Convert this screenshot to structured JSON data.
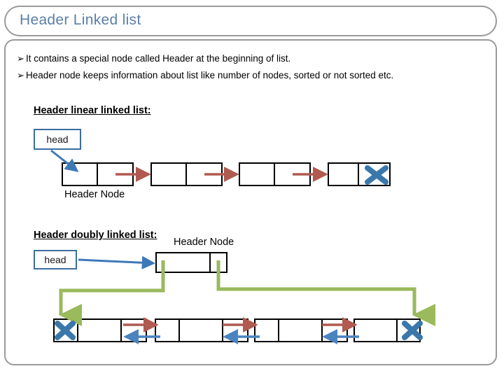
{
  "slide": {
    "title": "Header Linked list",
    "title_color": "#5a7fa8",
    "frame_border_color": "#9a9a9a",
    "bullet_marker": "➢",
    "bullets": [
      "It contains a special node called Header at the beginning of list.",
      "Header node keeps information about list like number of nodes, sorted or not sorted etc."
    ]
  },
  "diagram_linear": {
    "label": "Header linear linked list:",
    "head_label": "head",
    "header_node_caption": "Header Node",
    "head_arrow_color": "#3d79b7",
    "next_arrow_color": "#b05a50",
    "null_marker_color": "#3a77ab",
    "nodes": [
      {
        "name": "header-node",
        "cells": 2,
        "null_marker": false
      },
      {
        "name": "node-2",
        "cells": 2,
        "null_marker": false
      },
      {
        "name": "node-3",
        "cells": 2,
        "null_marker": false
      },
      {
        "name": "node-4-tail",
        "cells": 2,
        "null_marker": true
      }
    ],
    "arrow_count": 3
  },
  "diagram_doubly": {
    "label": "Header doubly linked list:",
    "head_label": "head",
    "header_node_caption": "Header Node",
    "head_arrow_color": "#3d79b7",
    "header_link_color": "#9aba5c",
    "next_arrow_color": "#b05a50",
    "prev_arrow_color": "#4a84be",
    "null_marker_color": "#3a77ab",
    "header_node": {
      "name": "header-node",
      "cells": 2
    },
    "nodes": [
      {
        "name": "node-1-head",
        "cells": 3,
        "null_marker": "left"
      },
      {
        "name": "node-2",
        "cells": 3,
        "null_marker": "none"
      },
      {
        "name": "node-3",
        "cells": 3,
        "null_marker": "none"
      },
      {
        "name": "node-4-tail",
        "cells": 3,
        "null_marker": "right"
      }
    ],
    "next_arrow_count": 3,
    "prev_arrow_count": 3
  }
}
